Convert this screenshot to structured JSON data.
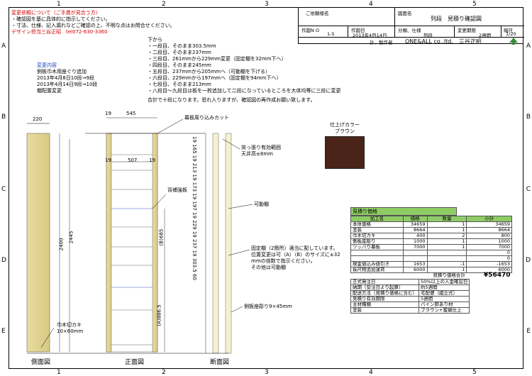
{
  "grid": {
    "columns": [
      "1",
      "2",
      "3",
      "4",
      "5"
    ],
    "rows": [
      "A",
      "B",
      "C",
      "D",
      "E"
    ]
  },
  "notes_header": {
    "title": "変更依頼について（ご手異が見合う方）",
    "lines": [
      "・確認図を基に具体的に指示してください。",
      "・寸法、仕様、記入漏れなどご確認の上、不明な点はお問合せください。"
    ],
    "contact": "デザイン担当三谷正昭　tel072-630-3360"
  },
  "spec_notes": {
    "lines": [
      "下から",
      "・一段目、そのまま303.5mm",
      "・二段目、そのまま237mm",
      "・三段目、261mmから229mm変更（固定棚を32mm下へ）",
      "・四段目、そのまま245mm",
      "・五段目、237mmから205mmへ（可動棚を下げる）",
      "・六段目、229mmから197mmへ（固定棚を94mm下へ）",
      "・七段目、そのまま213mm",
      "・八段目～九段目は板を一枚追加して二段になっているところを大体均等に三段に変更"
    ],
    "footer": "合計で十段になります。恐れ入りますが、確認図の再作成お願い致します。"
  },
  "change_log": {
    "title": "変更内容",
    "lines": [
      "側板巾木用座ぐり追加",
      "2013年4月8日10段→9段",
      "2013年4月14日9段→10段",
      "棚配置変更"
    ]
  },
  "title_block": {
    "customer_label": "ご依頼様名",
    "drawing_name_label": "図面名",
    "drawing_name": "列段　見積り確認図",
    "drawing_no_label": "作図N O",
    "drawing_no": "1-5",
    "date_label": "作図日",
    "date": "2013年4月14日",
    "type_label": "分類、仕様",
    "type_value": "列段",
    "delivery_label": "変更期限",
    "delivery_value": "2週間",
    "scale_label": "縮尺",
    "scale_value": "1/20",
    "maker_label": "計、製作者",
    "maker": "ONE&ALL co,.ltd.　三谷正昭"
  },
  "finish": {
    "label": "仕上げカラー",
    "color_name": "ブラウン",
    "swatch": "#4a2418"
  },
  "estimate": {
    "title": "見積り価格",
    "headers": [
      "加工名",
      "価格",
      "数量",
      "小計"
    ],
    "rows": [
      [
        "本体価格",
        "34659",
        "1",
        "34659"
      ],
      [
        "塗装",
        "8664",
        "1",
        "8664"
      ],
      [
        "巾木切カキ",
        "400",
        "2",
        "800"
      ],
      [
        "側板座彫り",
        "1000",
        "1",
        "1000"
      ],
      [
        "ツッパり幕板",
        "7000",
        "1",
        "7000"
      ],
      [
        "",
        "",
        "",
        "0"
      ],
      [
        "",
        "",
        "",
        "0"
      ],
      [
        "現金値込み値引き",
        "1653",
        "-1",
        "-1653"
      ],
      [
        "長尺物追加運賃",
        "6000",
        "1",
        "6000"
      ]
    ],
    "total_label": "見積り価格合計",
    "total": "¥56470",
    "conditions": [
      [
        "正式発注日",
        "50%以上の入金確認日"
      ],
      [
        "納期（受注日より起算）",
        "約5週間"
      ],
      [
        "配送方法（見積り価格に含む）",
        "宅配便（組立式）"
      ],
      [
        "見積り有効期限",
        "5週間"
      ],
      [
        "主材種類",
        "パイン節あり材"
      ],
      [
        "塗装",
        "ブラウン+蜜蝋仕上"
      ]
    ]
  },
  "drawings": {
    "side_label": "側面図",
    "front_label": "正面図",
    "section_label": "断面図",
    "side_width": "220",
    "front_left": "19",
    "front_width": "545",
    "front_inner_left": "19",
    "front_inner": "507",
    "front_inner_right": "19",
    "height_total": "2445",
    "height_inner": "2400",
    "dim_a": "(A)886.5",
    "dim_b": "(B)685",
    "section_dims": [
      "19",
      "165",
      "19",
      "213",
      "19",
      "173",
      "19",
      "197",
      "19",
      "229",
      "19",
      "237",
      "19",
      "303.5",
      "60"
    ],
    "callouts": {
      "top_cut": "幕板周り込みカット",
      "tension": "突っ張り有効範囲",
      "ceiling": "天井高±8mm",
      "back_panel": "背補強板",
      "movable": "可動棚",
      "fixed_note_1": "固定棚（2箇所）適当に配しています。",
      "fixed_note_2": "位置変更は可（A）（B）のサイズに±32",
      "fixed_note_3": "mmの倍数で指示ください。",
      "fixed_note_4": "その他は可動棚",
      "groove": "側板座彫り9×45mm",
      "baseboard_1": "巾木切カキ",
      "baseboard_2": "10×60mm"
    }
  }
}
